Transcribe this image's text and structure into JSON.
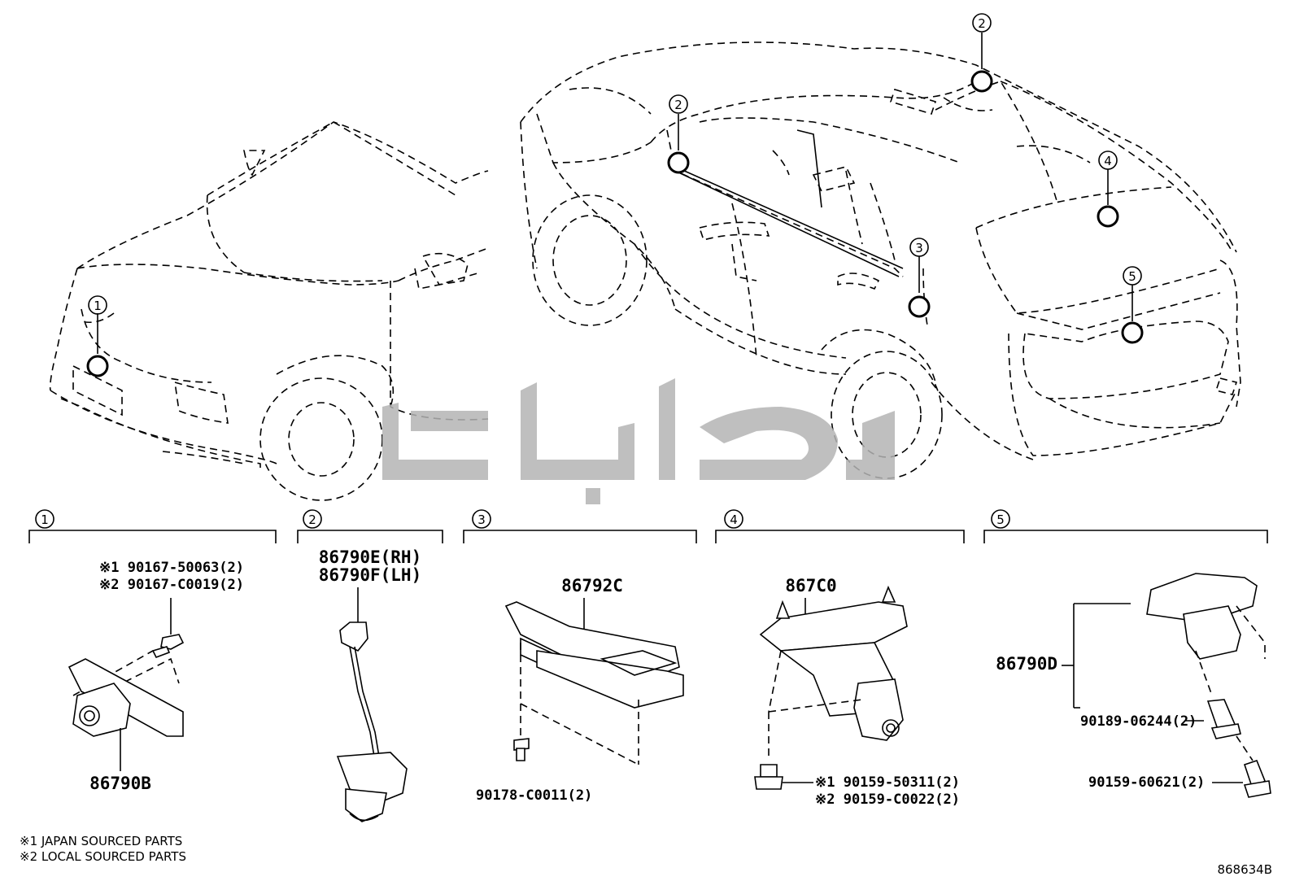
{
  "diagram_code": "868634B",
  "legend": {
    "note1": "※1 JAPAN SOURCED PARTS",
    "note2": "※2 LOCAL SOURCED PARTS"
  },
  "callouts": {
    "c1": "1",
    "c2": "2",
    "c3": "3",
    "c4": "4",
    "c5": "5"
  },
  "sections": [
    {
      "id": "1",
      "labels": {
        "bolt_a": "※1 90167-50063(2)",
        "bolt_b": "※2 90167-C0019(2)",
        "camera": "86790B"
      }
    },
    {
      "id": "2",
      "labels": {
        "camera_rh": "86790E(RH)",
        "camera_lh": "86790F(LH)"
      }
    },
    {
      "id": "3",
      "labels": {
        "module": "86792C",
        "clip": "90178-C0011(2)"
      }
    },
    {
      "id": "4",
      "labels": {
        "sensor": "867C0",
        "screw_a": "※1 90159-50311(2)",
        "screw_b": "※2 90159-C0022(2)"
      }
    },
    {
      "id": "5",
      "labels": {
        "camera": "86790D",
        "nut": "90189-06244(2)",
        "screw": "90159-60621(2)"
      }
    }
  ]
}
